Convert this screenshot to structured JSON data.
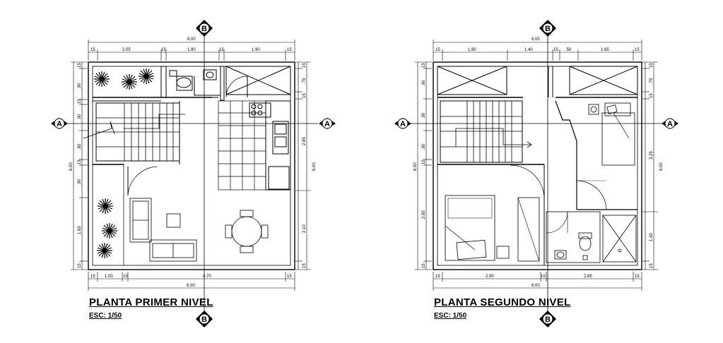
{
  "plans": [
    {
      "title": "PLANTA PRIMER NIVEL",
      "scale": "ESC: 1/50",
      "section_markers": {
        "horizontal": "A",
        "vertical": "B"
      },
      "top_dims": [
        "15",
        "2.05",
        "15",
        "1.80",
        "15",
        "1.90",
        "15"
      ],
      "top_total": "6.00",
      "bottom_dims": [
        "15",
        "1.00",
        "15",
        "4.70",
        "15"
      ],
      "bottom_total": "6.00",
      "left_dims": [
        "15",
        ".90",
        "15",
        ".90",
        ".80",
        "15",
        ".90",
        "1.65",
        "15"
      ],
      "left_total": "6.00",
      "right_dims": [
        "15",
        ".75",
        "15",
        "2.85",
        "2.10",
        "15"
      ],
      "right_total": "6.00"
    },
    {
      "title": "PLANTA SEGUNDO NIVEL",
      "scale": "ESC: 1/50",
      "section_markers": {
        "horizontal": "A",
        "vertical": "B"
      },
      "top_dims": [
        "15",
        "1.90",
        "1.40",
        "15",
        ".50",
        "1.65",
        "15"
      ],
      "top_total": "6.00",
      "bottom_dims": [
        "15",
        "2.90",
        "15",
        "2.85",
        "15"
      ],
      "bottom_total": "6.00",
      "left_dims": [
        "15",
        ".90",
        ".90",
        ".90",
        "15",
        "2.85",
        "15"
      ],
      "left_total": "6.00",
      "right_dims": [
        "15",
        ".75",
        "15",
        "3.25",
        "1.40",
        "15"
      ],
      "right_total": "6.00"
    }
  ]
}
